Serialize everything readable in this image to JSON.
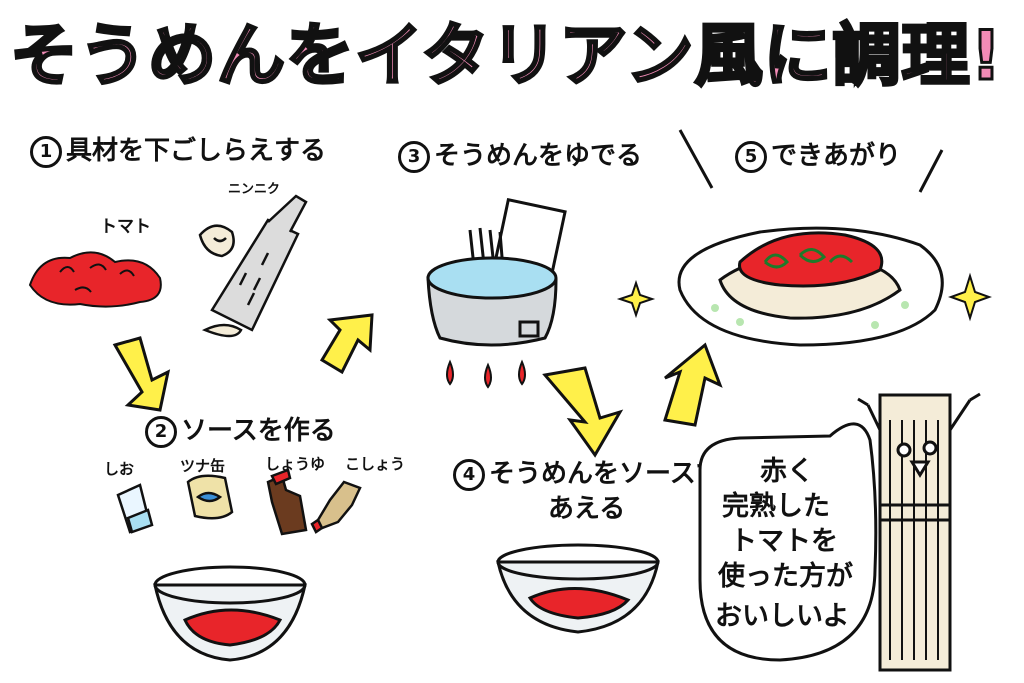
{
  "title": "そうめんをイタリアン風に調理!",
  "steps": [
    {
      "num": "1",
      "label": "具材を下ごしらえする"
    },
    {
      "num": "2",
      "label": "ソースを作る"
    },
    {
      "num": "3",
      "label": "そうめんをゆでる"
    },
    {
      "num": "4",
      "label_line1": "そうめんをソースで",
      "label_line2": "あえる"
    },
    {
      "num": "5",
      "label": "できあがり"
    }
  ],
  "ingredients": {
    "tomato": "トマト",
    "garlic": "ニンニク",
    "salt": "しお",
    "tuna": "ツナ缶",
    "soy": "しょうゆ",
    "pepper": "こしょう"
  },
  "speech": {
    "line1": "赤く",
    "line2": "完熟した",
    "line3": "トマトを",
    "line4": "使った方が",
    "line5": "おいしいよ"
  },
  "colors": {
    "title_pink": "#f28bb6",
    "arrow_yellow": "#fff04a",
    "tomato_red": "#e8252a",
    "pot_blue": "#a9dff2",
    "plate_green": "#b8e6b0"
  }
}
